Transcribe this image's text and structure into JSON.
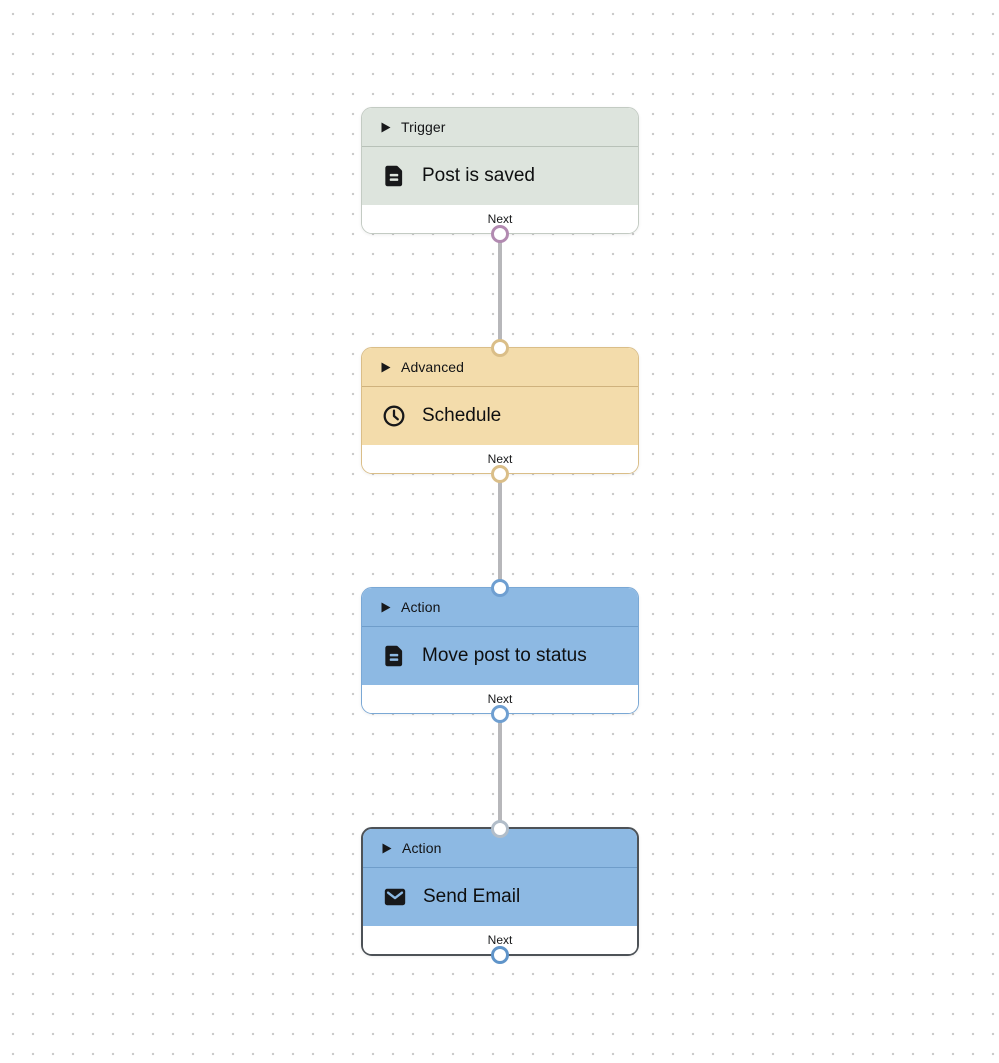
{
  "canvas": {
    "dot_color": "#cbcbcb",
    "connector_color": "#b7b7ba"
  },
  "nodes": [
    {
      "type_label": "Trigger",
      "title": "Post is saved",
      "icon": "document-icon",
      "footer_label": "Next",
      "selected": false,
      "colors": {
        "fill": "#dde4dd",
        "border": "#c3cbc3",
        "divider": "#b8c1b8",
        "input_handle": null,
        "output_handle": "#b28ab1"
      }
    },
    {
      "type_label": "Advanced",
      "title": "Schedule",
      "icon": "clock-icon",
      "footer_label": "Next",
      "selected": false,
      "colors": {
        "fill": "#f3dcab",
        "border": "#dabe88",
        "divider": "#cfb27d",
        "input_handle": "#dabe88",
        "output_handle": "#dabe88"
      }
    },
    {
      "type_label": "Action",
      "title": "Move post to status",
      "icon": "document-icon",
      "footer_label": "Next",
      "selected": false,
      "colors": {
        "fill": "#8db9e3",
        "border": "#7aa8d5",
        "divider": "#6f9dca",
        "input_handle": "#6f9fd1",
        "output_handle": "#6f9fd1"
      }
    },
    {
      "type_label": "Action",
      "title": "Send Email",
      "icon": "mail-icon",
      "footer_label": "Next",
      "selected": true,
      "colors": {
        "fill": "#8db9e3",
        "border": "#4d5257",
        "divider": "#6f9dca",
        "input_handle": "#b1bdc9",
        "output_handle": "#5f94c9"
      }
    }
  ],
  "edges": [
    {
      "from": "Trigger",
      "to": "Advanced"
    },
    {
      "from": "Advanced",
      "to": "Action: Move post to status"
    },
    {
      "from": "Action: Move post to status",
      "to": "Action: Send Email"
    }
  ]
}
